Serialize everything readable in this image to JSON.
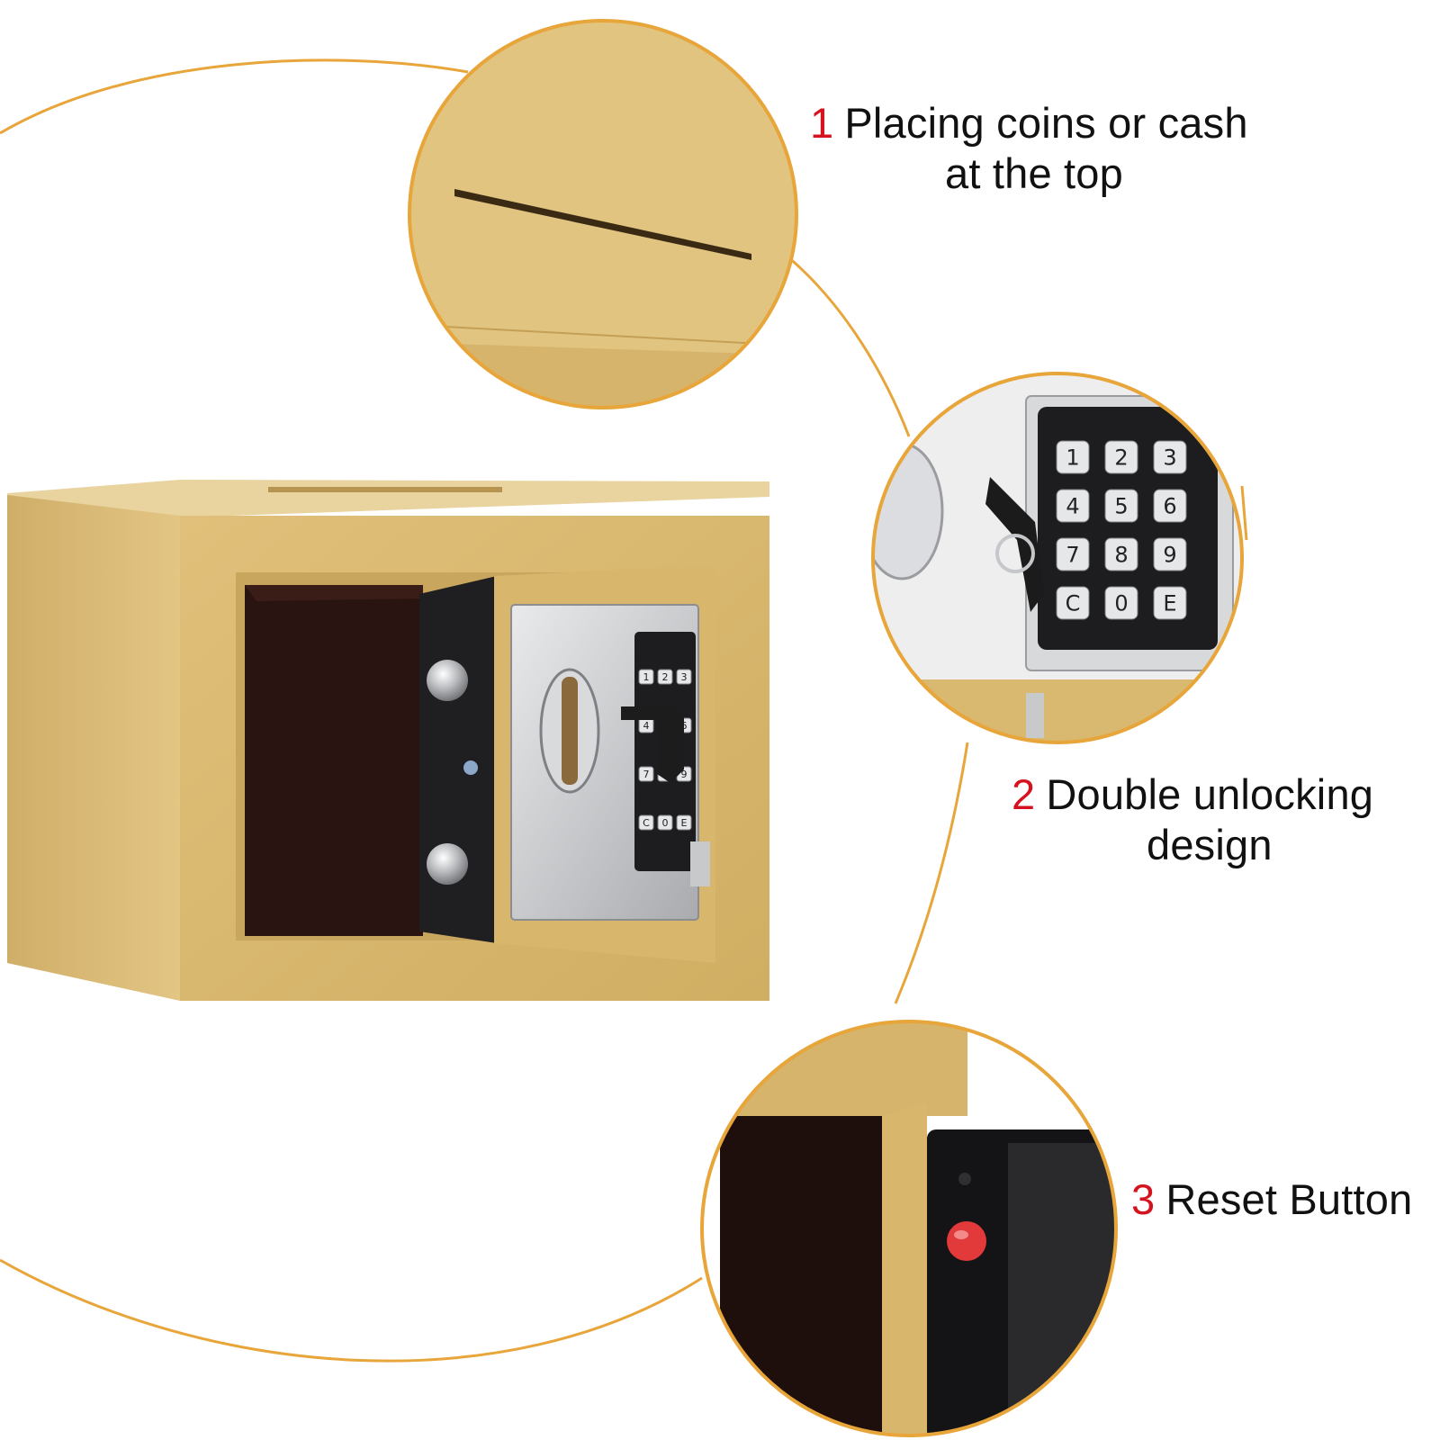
{
  "features": [
    {
      "number": "1",
      "line1": "Placing coins or cash",
      "line2": "at the top"
    },
    {
      "number": "2",
      "line1": "Double unlocking",
      "line2": "design"
    },
    {
      "number": "3",
      "line1": "Reset Button"
    }
  ],
  "keypad_keys": [
    "1",
    "2",
    "3",
    "4",
    "5",
    "6",
    "7",
    "8",
    "9",
    "C",
    "0",
    "E"
  ],
  "colors": {
    "safe_gold": "#d9b870",
    "safe_gold_dark": "#b99545",
    "accent_line": "#e7a53a",
    "number_red": "#d5131f",
    "keypad_black": "#1d1d1f",
    "panel_silver": "#c9cacc"
  }
}
